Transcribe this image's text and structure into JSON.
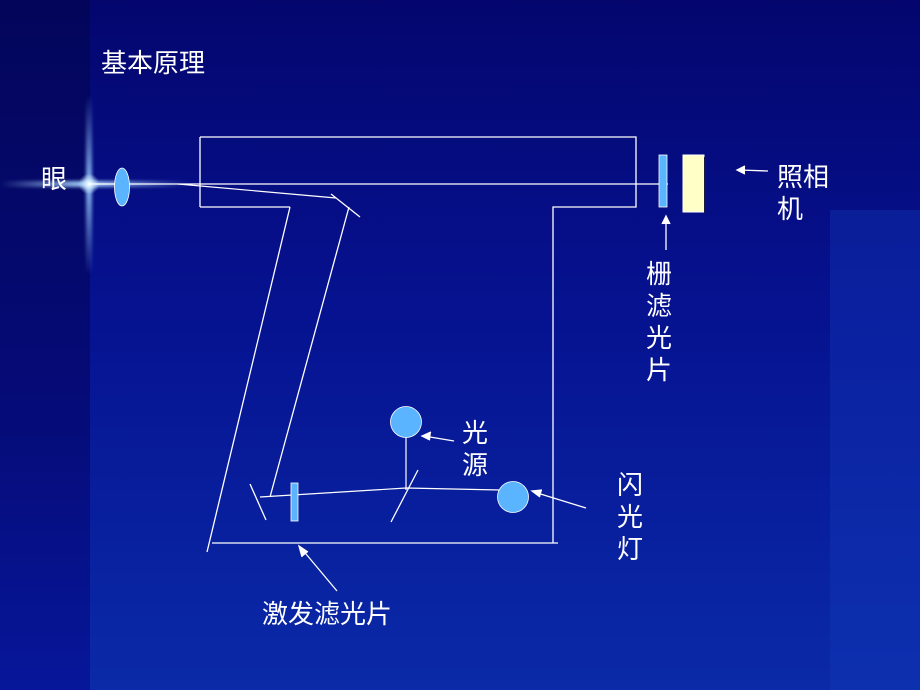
{
  "title": "基本原理",
  "labels": {
    "eye": "眼",
    "camera": "照相机",
    "grating_filter": "栅滤光片",
    "light_source": "光源",
    "flash_lamp": "闪光灯",
    "excitation_filter": "激发滤光片"
  },
  "colors": {
    "background_top": "#04066e",
    "background_bottom": "#0a2aa8",
    "line": "#ffffff",
    "filter_fill": "#5ab4ff",
    "lamp_fill": "#5ab4ff",
    "eye_lens_fill": "#5ab4ff",
    "camera_fill": "#ffffc8"
  }
}
